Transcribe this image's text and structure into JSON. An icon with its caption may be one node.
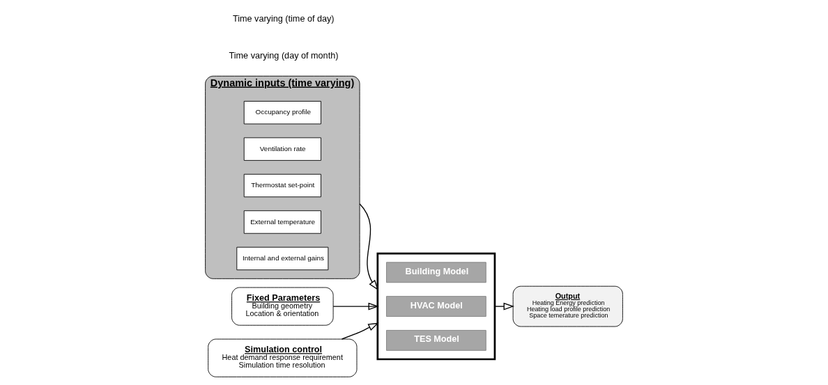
{
  "diagram": {
    "nodes": [
      {
        "text": [
          "Dynamic inputs (time varying)"
        ]
      },
      {
        "text": [
          "Occupancy profile"
        ],
        "in": 0
      },
      {
        "text": [
          "Ventilation rate"
        ],
        "in": 0
      },
      {
        "text": [
          "Thermostat set-point"
        ],
        "in": 0
      },
      {
        "text": [
          "External temperature"
        ],
        "in": 0
      },
      {
        "text": [
          "Internal and external gains"
        ],
        "in": 0
      },
      {
        "text": [
          "Fixed Parameters",
          "Building geometry",
          "Location & orientation"
        ]
      },
      {
        "text": [],
        "shape": "box"
      },
      {
        "text": [
          "Building Model"
        ],
        "in": 7
      },
      {
        "text": [
          "HVAC Model"
        ],
        "in": 7
      },
      {
        "text": [
          "TES Model"
        ],
        "in": 7
      },
      {
        "text": [
          "Output",
          "Heating Energy prediction",
          "Heating load profile prediction",
          "Space temerature prediction"
        ]
      },
      {
        "text": [
          "Simulation control",
          "Heat demand response requirement",
          "Simulation time resolution"
        ]
      }
    ],
    "edges": [
      {
        "from": 0,
        "to": 7,
        "arrow": "to"
      },
      {
        "from": 6,
        "to": 7,
        "arrow": "to"
      },
      {
        "from": 12,
        "to": 7,
        "arrow": "to"
      },
      {
        "from": 7,
        "to": 11,
        "arrow": "to"
      }
    ],
    "labels": [
      "Time varying (day of month)",
      "Time varying (time of day)"
    ]
  }
}
